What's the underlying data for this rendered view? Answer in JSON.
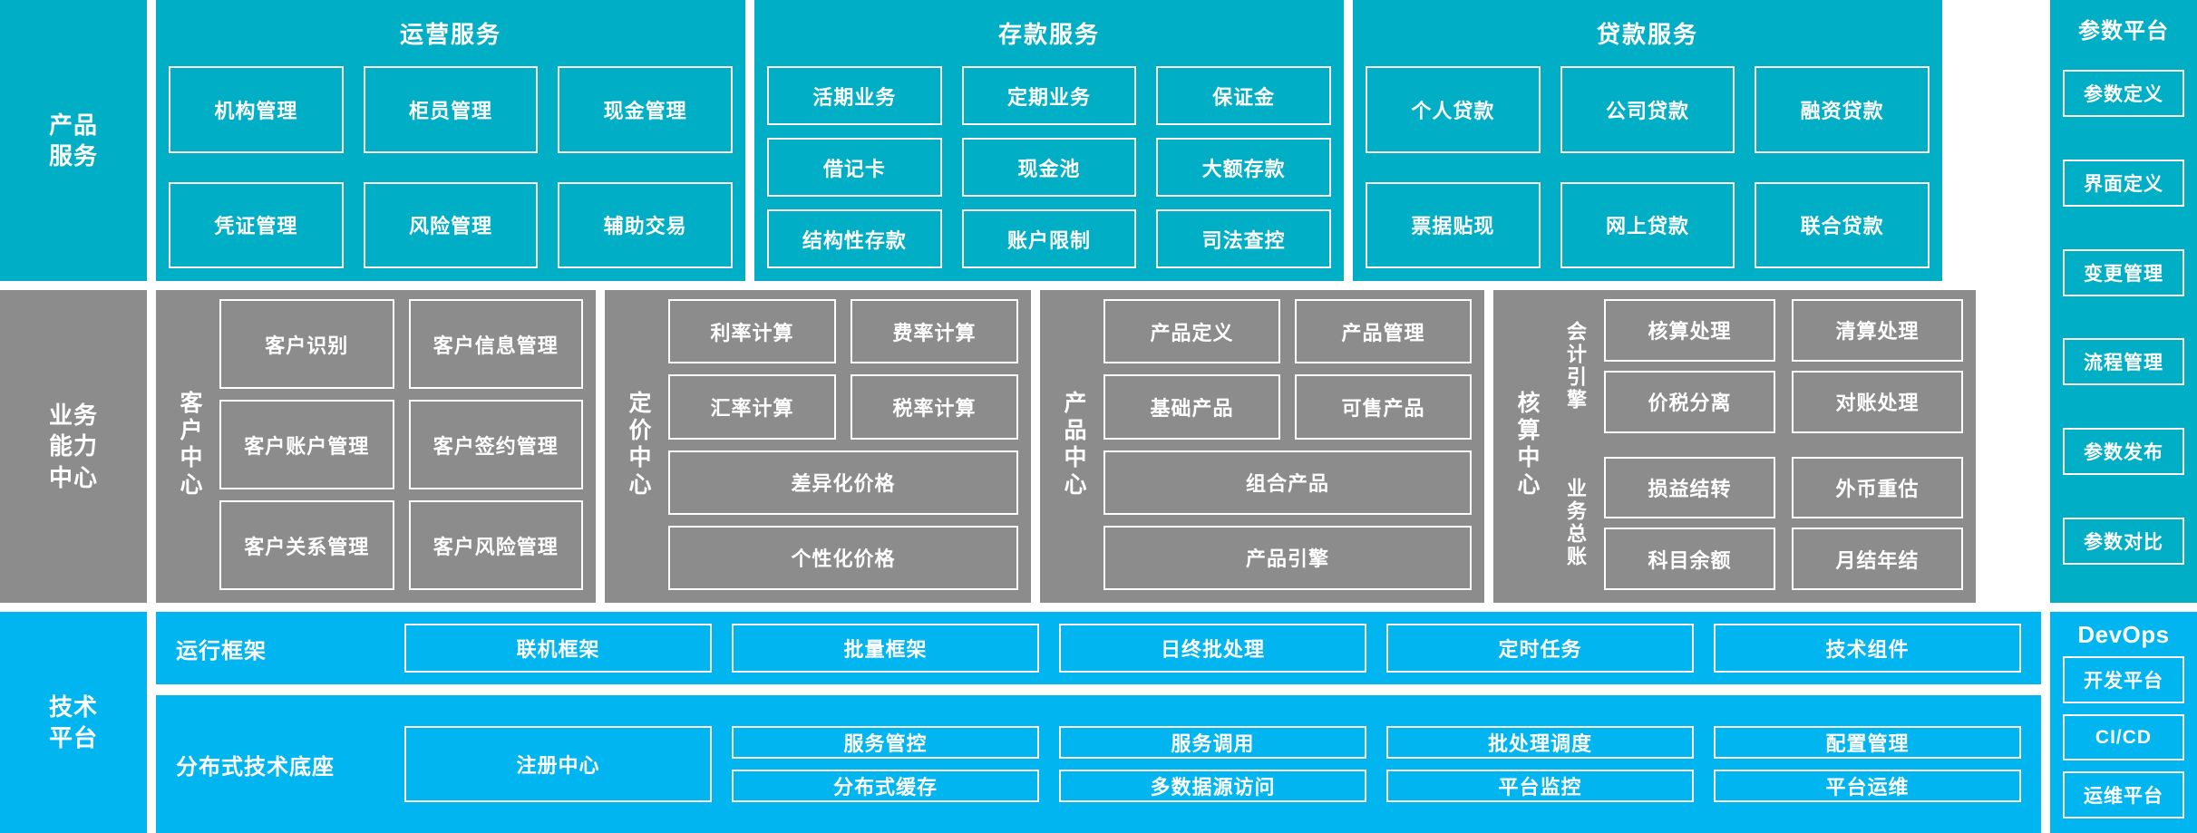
{
  "colors": {
    "teal": "#00aec6",
    "grey": "#8c8c8c",
    "blue": "#00b5f0",
    "border": "#ffffff",
    "text": "#ffffff"
  },
  "rows": {
    "product": {
      "rail_label": "产品\n服务",
      "groups": [
        {
          "title": "运营服务",
          "cells": [
            "机构管理",
            "柜员管理",
            "现金管理",
            "凭证管理",
            "风险管理",
            "辅助交易"
          ]
        },
        {
          "title": "存款服务",
          "cells": [
            "活期业务",
            "定期业务",
            "保证金",
            "借记卡",
            "现金池",
            "大额存款",
            "结构性存款",
            "账户限制",
            "司法查控"
          ]
        },
        {
          "title": "贷款服务",
          "cells": [
            "个人贷款",
            "公司贷款",
            "融资贷款",
            "票据贴现",
            "网上贷款",
            "联合贷款"
          ]
        }
      ],
      "param_platform": {
        "title": "参数平台",
        "items": [
          "参数定义",
          "界面定义",
          "变更管理",
          "流程管理",
          "参数发布",
          "参数对比"
        ]
      }
    },
    "capability": {
      "rail_label": "业务\n能力\n中心",
      "centers": [
        {
          "name": "客户中心",
          "rows": [
            [
              "客户识别",
              "客户信息管理"
            ],
            [
              "客户账户管理",
              "客户签约管理"
            ],
            [
              "客户关系管理",
              "客户风险管理"
            ]
          ]
        },
        {
          "name": "定价中心",
          "rows": [
            [
              "利率计算",
              "费率计算"
            ],
            [
              "汇率计算",
              "税率计算"
            ],
            [
              "差异化价格"
            ],
            [
              "个性化价格"
            ]
          ]
        },
        {
          "name": "产品中心",
          "rows": [
            [
              "产品定义",
              "产品管理"
            ],
            [
              "基础产品",
              "可售产品"
            ],
            [
              "组合产品"
            ],
            [
              "产品引擎"
            ]
          ]
        },
        {
          "name": "核算中心",
          "subgroups": [
            {
              "name": "会计引擎",
              "cells": [
                "核算处理",
                "清算处理",
                "价税分离",
                "对账处理"
              ]
            },
            {
              "name": "业务总账",
              "cells": [
                "损益结转",
                "外币重估",
                "科目余额",
                "月结年结"
              ]
            }
          ]
        }
      ]
    },
    "tech": {
      "rail_label": "技术\n平台",
      "runtime": {
        "label": "运行框架",
        "cells": [
          "联机框架",
          "批量框架",
          "日终批处理",
          "定时任务",
          "技术组件"
        ]
      },
      "base": {
        "label": "分布式技术底座",
        "wide_cell": "注册中心",
        "columns": [
          [
            "服务管控",
            "分布式缓存"
          ],
          [
            "服务调用",
            "多数据源访问"
          ],
          [
            "批处理调度",
            "平台监控"
          ],
          [
            "配置管理",
            "平台运维"
          ]
        ]
      },
      "devops": {
        "title": "DevOps",
        "items": [
          "开发平台",
          "CI/CD",
          "运维平台"
        ]
      }
    }
  }
}
